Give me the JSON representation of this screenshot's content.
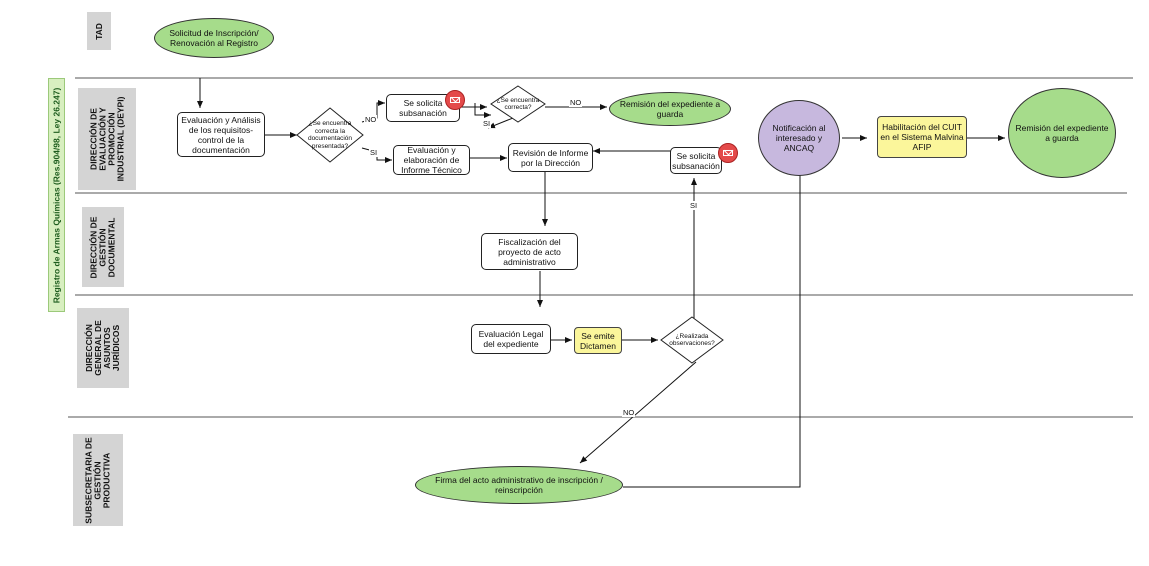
{
  "side_label": "Registro de Armas Químicas (Res.904/98, Ley 26.247)",
  "lanes": [
    {
      "label": "TAD"
    },
    {
      "label": "DIRECCIÓN DE\nEVALUACIÓN Y\nPROMOCIÓN\nINDUSTRIAL (DEYPI)"
    },
    {
      "label": "DIRECCIÓN DE\nGESTIÓN\nDOCUMENTAL"
    },
    {
      "label": "DIRECCIÓN\nGENERAL DE\nASUNTOS\nJURÍDICOS"
    },
    {
      "label": "SUBSECRETARIA DE\nGESTIÓN\nPRODUCTIVA"
    }
  ],
  "nodes": {
    "solicitud": "Solicitud de Inscripción/\nRenovación al Registro",
    "evaluacion": "Evaluación y Análisis\nde los requisitos-\ncontrol de la\ndocumentación",
    "decision1": "¿Se encuentra\ncorrecta la\ndocumentación\npresentada?",
    "subsanacion1": "Se solicita\nsubsanación",
    "decision2": "¿Se encuentra\ncorrecta?",
    "remision1": "Remisión del expediente a\nguarda",
    "informe_tecnico": "Evaluación y\nelaboración de\nInforme Técnico",
    "revision": "Revisión de Informe\npor la Dirección",
    "subsanacion2": "Se solicita\nsubsanación",
    "notificacion": "Notificación al\ninteresado y\nANCAQ",
    "habilitacion": "Habilitación del CUIT\nen el Sistema Malvina\nAFIP",
    "remision2": "Remisión del expediente\na guarda",
    "fiscalizacion": "Fiscalización del\nproyecto de acto\nadministrativo",
    "evaluacion_legal": "Evaluación Legal\ndel expediente",
    "dictamen": "Se emite\nDictamen",
    "decision3": "¿Realizada\nobservaciones?",
    "firma": "Firma del acto administrativo de inscripción /\nreinscripción"
  },
  "edge_labels": {
    "no1": "NO",
    "si1": "SI",
    "no2": "NO",
    "si2": "SI",
    "si3": "SI",
    "no3": "NO"
  },
  "icons": [
    "mail-icon",
    "mail-icon"
  ]
}
